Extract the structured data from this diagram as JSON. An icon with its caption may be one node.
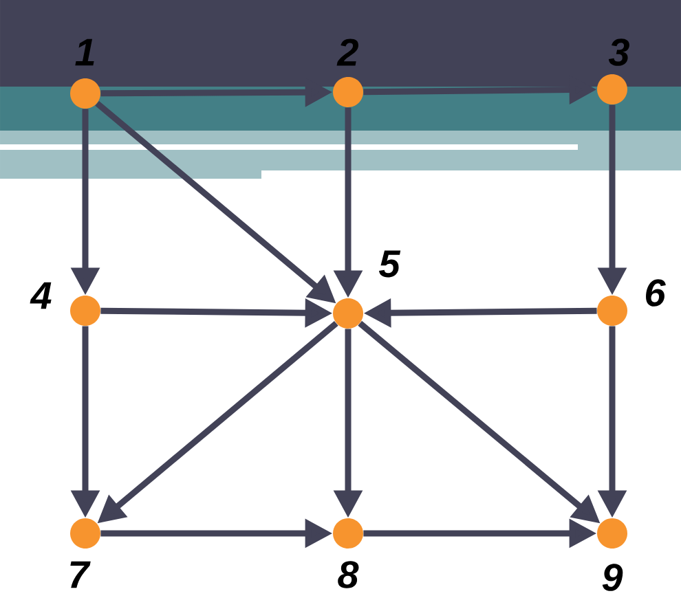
{
  "diagram": {
    "nodes": [
      {
        "text": [],
        "shape": "circle",
        "beside": [
          "1"
        ]
      },
      {
        "text": [],
        "shape": "circle",
        "beside": [
          "2"
        ]
      },
      {
        "text": [],
        "shape": "circle",
        "beside": [
          "3"
        ]
      },
      {
        "text": [],
        "shape": "circle",
        "beside": [
          "4"
        ]
      },
      {
        "text": [],
        "shape": "circle",
        "beside": [
          "5"
        ]
      },
      {
        "text": [],
        "shape": "circle",
        "beside": [
          "6"
        ]
      },
      {
        "text": [],
        "shape": "circle",
        "beside": [
          "7"
        ]
      },
      {
        "text": [],
        "shape": "circle",
        "beside": [
          "8"
        ]
      },
      {
        "text": [],
        "shape": "circle",
        "beside": [
          "9"
        ]
      }
    ],
    "edges": [
      {
        "from": 0,
        "to": 1,
        "arrow": "to"
      },
      {
        "from": 1,
        "to": 2,
        "arrow": "to"
      },
      {
        "from": 0,
        "to": 3,
        "arrow": "to"
      },
      {
        "from": 0,
        "to": 4,
        "arrow": "to"
      },
      {
        "from": 1,
        "to": 4,
        "arrow": "to"
      },
      {
        "from": 2,
        "to": 5,
        "arrow": "to"
      },
      {
        "from": 3,
        "to": 4,
        "arrow": "to"
      },
      {
        "from": 5,
        "to": 4,
        "arrow": "to"
      },
      {
        "from": 3,
        "to": 6,
        "arrow": "to"
      },
      {
        "from": 4,
        "to": 6,
        "arrow": "to"
      },
      {
        "from": 4,
        "to": 7,
        "arrow": "to"
      },
      {
        "from": 4,
        "to": 8,
        "arrow": "to"
      },
      {
        "from": 5,
        "to": 8,
        "arrow": "to"
      },
      {
        "from": 6,
        "to": 7,
        "arrow": "to"
      },
      {
        "from": 7,
        "to": 8,
        "arrow": "to"
      }
    ]
  }
}
